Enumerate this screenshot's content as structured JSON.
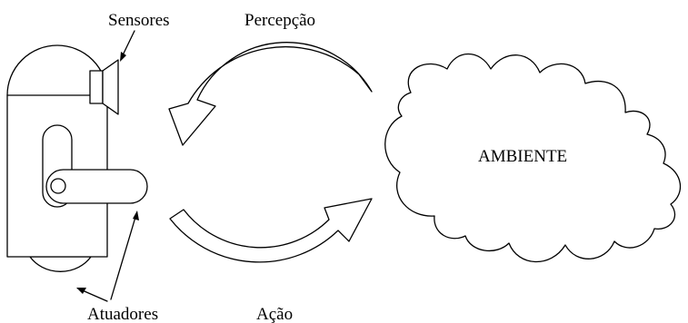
{
  "labels": {
    "sensors": "Sensores",
    "perception": "Percepção",
    "environment": "AMBIENTE",
    "actuators": "Atuadores",
    "action": "Ação"
  },
  "colors": {
    "stroke": "#000000",
    "fill": "#ffffff"
  }
}
